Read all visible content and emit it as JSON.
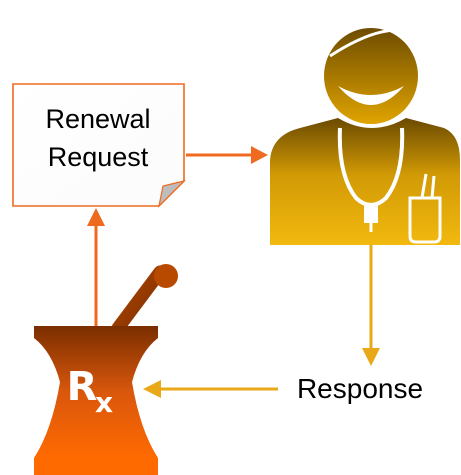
{
  "request_note": {
    "line1": "Renewal",
    "line2": "Request"
  },
  "response_label": "Response",
  "rx_symbol": {
    "main": "R",
    "sub": "x"
  },
  "icons": {
    "note": "document-note-icon",
    "doctor": "doctor-icon",
    "pharmacy": "mortar-pestle-rx-icon"
  },
  "colors": {
    "orange_arrow": "#ef6a1e",
    "gold_arrow": "#e8a817",
    "doctor_gold": "#d99a00",
    "mortar_dark": "#7a2e00",
    "mortar_light": "#ff6a00"
  }
}
